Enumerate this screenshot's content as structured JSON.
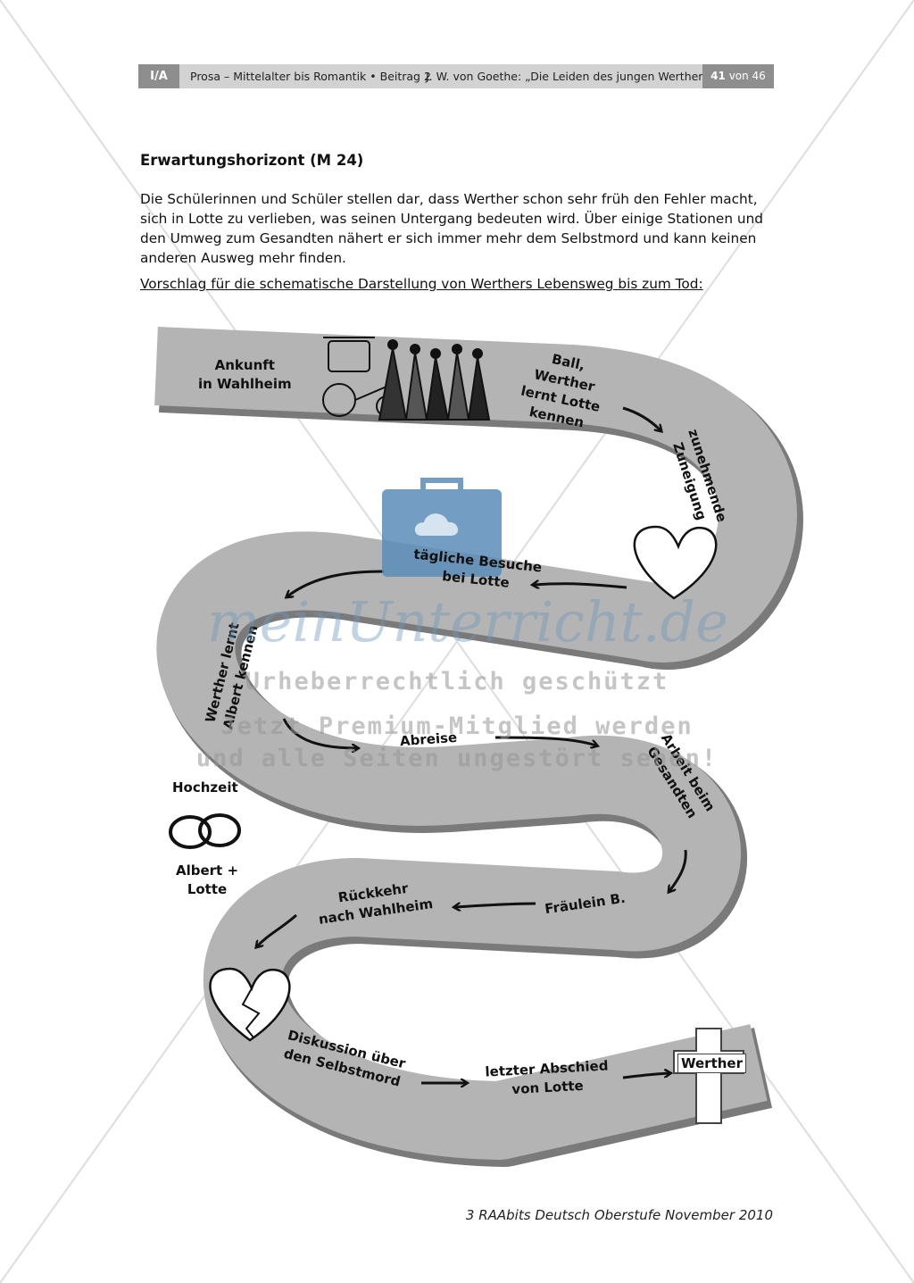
{
  "header": {
    "section": "I/A",
    "title": "Prosa – Mittelalter bis Romantik • Beitrag 2",
    "subtitle": "J. W. von Goethe: „Die Leiden des jungen Werther“",
    "page_number": "41",
    "page_total": "von 46"
  },
  "heading": "Erwartungshorizont (M 24)",
  "paragraph": [
    "Die Schülerinnen und Schüler stellen dar, dass Werther schon sehr früh den Fehler macht,",
    "sich in Lotte zu verlieben, was seinen Untergang bedeuten wird. Über einige Stationen und",
    "den Umweg zum Gesandten nähert er sich immer mehr dem Selbstmord und kann keinen",
    "anderen Ausweg mehr finden."
  ],
  "lead": "Vorschlag für die schematische Darstellung von Werthers Lebensweg bis zum Tod",
  "lead_colon": ":",
  "stations": {
    "arrival": [
      "Ankunft",
      "in Wahlheim"
    ],
    "ball": [
      "Ball,",
      "Werther",
      "lernt Lotte",
      "kennen"
    ],
    "affection": [
      "zunehmende",
      "Zuneigung"
    ],
    "visits": [
      "tägliche Besuche",
      "bei Lotte"
    ],
    "meets_albert": [
      "Werther lernt",
      "Albert kennen"
    ],
    "departure": "Abreise",
    "envoy": [
      "Arbeit beim",
      "Gesandten"
    ],
    "wedding": "Hochzeit",
    "couple": [
      "Albert +",
      "Lotte"
    ],
    "return": [
      "Rückkehr",
      "nach Wahlheim"
    ],
    "miss_b": "Fräulein B.",
    "discussion": [
      "Diskussion über",
      "den Selbstmord"
    ],
    "farewell": [
      "letzter Abschied",
      "von Lotte"
    ],
    "cross": "Werther"
  },
  "icons": [
    "carriage-icon",
    "heart-icon",
    "wedding-rings-icon",
    "broken-heart-icon",
    "cross-icon",
    "briefcase-cloud-icon"
  ],
  "watermark": {
    "logo": "meinUnterricht.de",
    "line1": "Urheberrechtlich geschützt",
    "line2": "Jetzt Premium-Mitglied werden",
    "line3": "und alle Seiten ungestört sehen!"
  },
  "footer": "3 RAAbits Deutsch Oberstufe November 2010",
  "colors": {
    "path": "#b4b4b4",
    "path_shadow": "#7a7a7a",
    "header_bar": "#d2d2d2",
    "header_dark": "#8e8e8e",
    "watermark_blue": "#5b8db8"
  }
}
